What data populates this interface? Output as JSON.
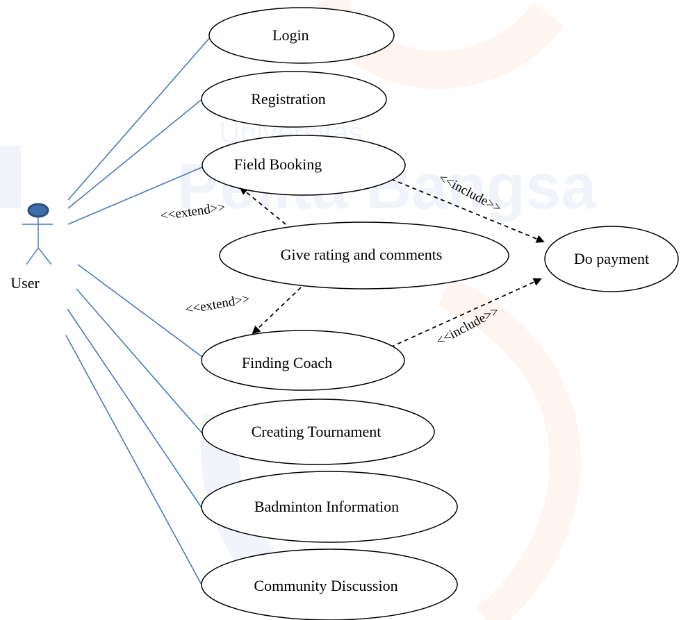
{
  "actor": {
    "name": "User",
    "icon": "stick-figure-actor-icon"
  },
  "use_cases": [
    "Login",
    "Registration",
    "Field Booking",
    "Give rating and comments",
    "Finding Coach",
    "Creating Tournament",
    "Badminton Information",
    "Community Discussion",
    "Do payment"
  ],
  "relationships": [
    {
      "label": "<<extend>>",
      "from": "Give rating and comments",
      "to": "Field Booking"
    },
    {
      "label": "<<extend>>",
      "from": "Give rating and comments",
      "to": "Finding Coach"
    },
    {
      "label": "<<include>>",
      "from": "Field Booking",
      "to": "Do payment"
    },
    {
      "label": "<<include>>",
      "from": "Finding Coach",
      "to": "Do payment"
    }
  ],
  "watermark": {
    "line1": "Universitas",
    "line2": "Pelita Bangsa",
    "colors": {
      "blue": "#3c78c8",
      "orange": "#f07828"
    }
  },
  "colors": {
    "association_line": "#4a7ab8",
    "actor_head_fill": "#3d6faa",
    "actor_head_stroke": "#2a4f80",
    "actor_body": "#4a7ab8"
  }
}
